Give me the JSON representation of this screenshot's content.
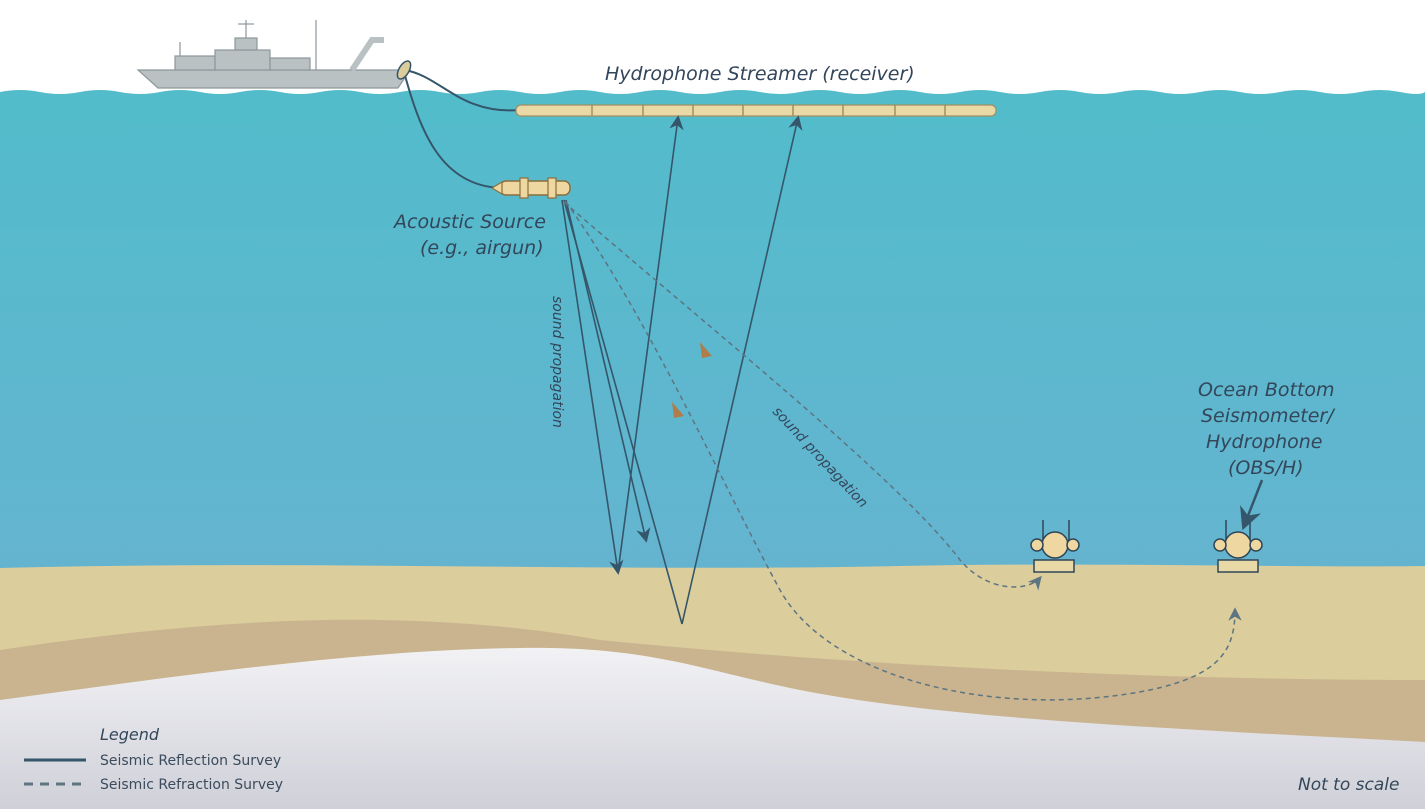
{
  "labels": {
    "streamer": "Hydrophone Streamer (receiver)",
    "source_line1": "Acoustic Source",
    "source_line2": "(e.g., airgun)",
    "propagation_vertical": "sound propagation",
    "propagation_diagonal": "sound propagation",
    "obs_line1": "Ocean Bottom",
    "obs_line2": "Seismometer/",
    "obs_line3": "Hydrophone",
    "obs_line4": "(OBS/H)",
    "scale_note": "Not to scale"
  },
  "legend": {
    "title": "Legend",
    "items": [
      {
        "label": "Seismic Reflection Survey",
        "style": "solid"
      },
      {
        "label": "Seismic Refraction Survey",
        "style": "dashed"
      }
    ]
  },
  "colors": {
    "sky": "#ffffff",
    "ocean_top": "#52bccb",
    "ocean_bottom": "#63b5cf",
    "sediment": "#dccd9c",
    "sediment_deep": "#c9b48f",
    "basement": "#e0e0e6",
    "ray": "#35566a",
    "ship": "#b9c1c3"
  }
}
